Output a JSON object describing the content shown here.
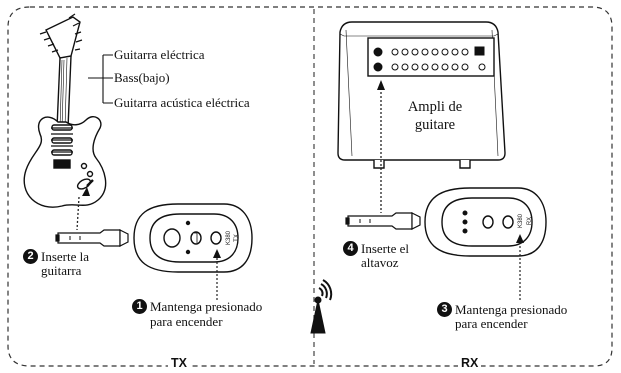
{
  "instruments": {
    "electric_guitar": "Guitarra eléctrica",
    "bass": "Bass(bajo)",
    "acoustic_electric": "Guitarra acústica eléctrica"
  },
  "amp": {
    "line1": "Ampli de",
    "line2": "guitare"
  },
  "steps": {
    "step1": {
      "number": "1",
      "line1": "Mantenga presionado",
      "line2": "para encender"
    },
    "step2": {
      "number": "2",
      "line1": "Inserte la",
      "line2": "guitarra"
    },
    "step3": {
      "number": "3",
      "line1": "Mantenga presionado",
      "line2": "para encender"
    },
    "step4": {
      "number": "4",
      "line1": "Inserte el",
      "line2": "altavoz"
    }
  },
  "devices": {
    "tx": {
      "model": "K380",
      "mode": "TX"
    },
    "rx": {
      "model": "K380",
      "mode": "RX"
    }
  },
  "sides": {
    "left": "TX",
    "right": "RX"
  }
}
